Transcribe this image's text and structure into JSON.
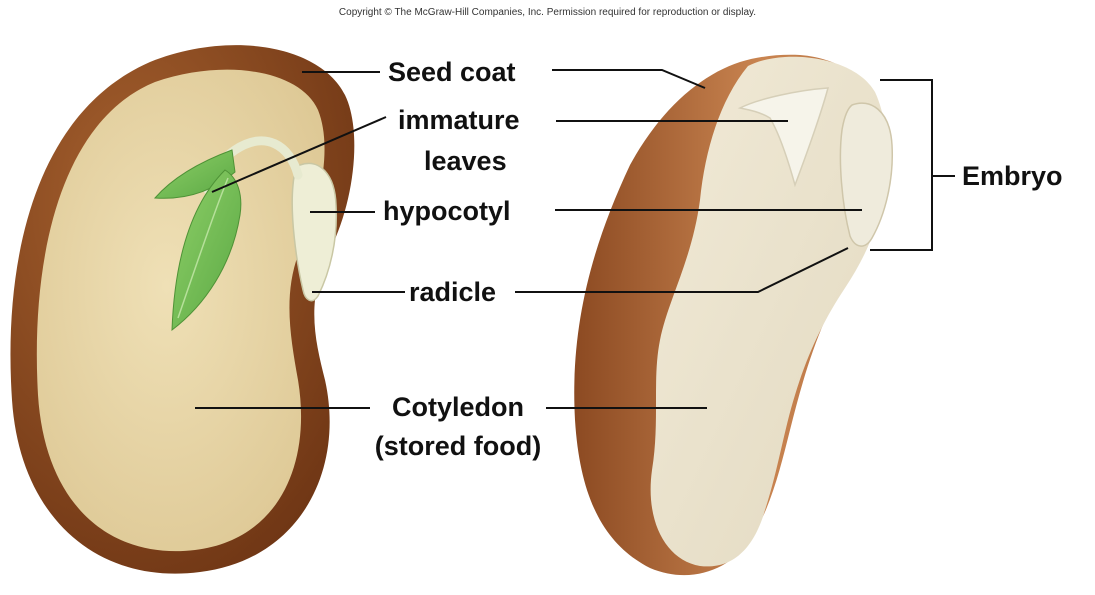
{
  "copyright": "Copyright © The McGraw-Hill Companies, Inc. Permission required for reproduction or display.",
  "labels": {
    "seed_coat": "Seed coat",
    "immature_leaves_1": "immature",
    "immature_leaves_2": "leaves",
    "hypocotyl": "hypocotyl",
    "radicle": "radicle",
    "cotyledon_1": "Cotyledon",
    "cotyledon_2": "(stored food)",
    "embryo": "Embryo"
  },
  "colors": {
    "seed_coat": "#8b4a22",
    "cotyledon": "#e8d7a8",
    "leaf": "#7cc45a",
    "hypocotyl": "#eeefd8",
    "photo_coat": "#b56a3a",
    "photo_flesh": "#eae3cf",
    "leader_line": "#111111"
  }
}
